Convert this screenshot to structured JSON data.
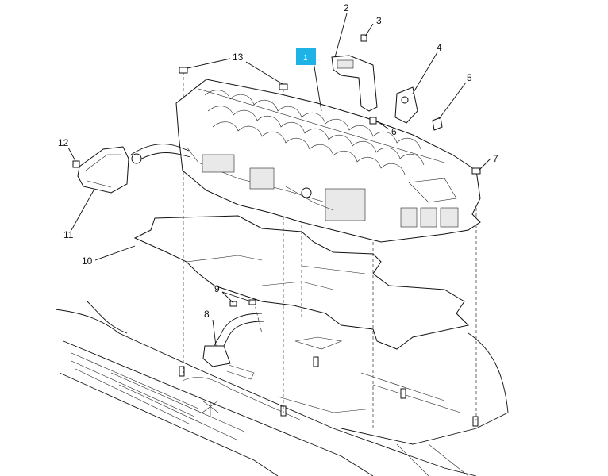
{
  "diagram": {
    "callouts": [
      {
        "id": "1",
        "text": "1",
        "highlight": true
      },
      {
        "id": "2",
        "text": "2"
      },
      {
        "id": "3",
        "text": "3"
      },
      {
        "id": "4",
        "text": "4"
      },
      {
        "id": "5",
        "text": "5"
      },
      {
        "id": "6",
        "text": "6"
      },
      {
        "id": "7",
        "text": "7"
      },
      {
        "id": "8",
        "text": "8"
      },
      {
        "id": "9",
        "text": "9"
      },
      {
        "id": "10",
        "text": "10"
      },
      {
        "id": "11",
        "text": "11"
      },
      {
        "id": "12",
        "text": "12"
      },
      {
        "id": "13",
        "text": "13"
      }
    ],
    "highlight_color": "#1fb2e6"
  }
}
